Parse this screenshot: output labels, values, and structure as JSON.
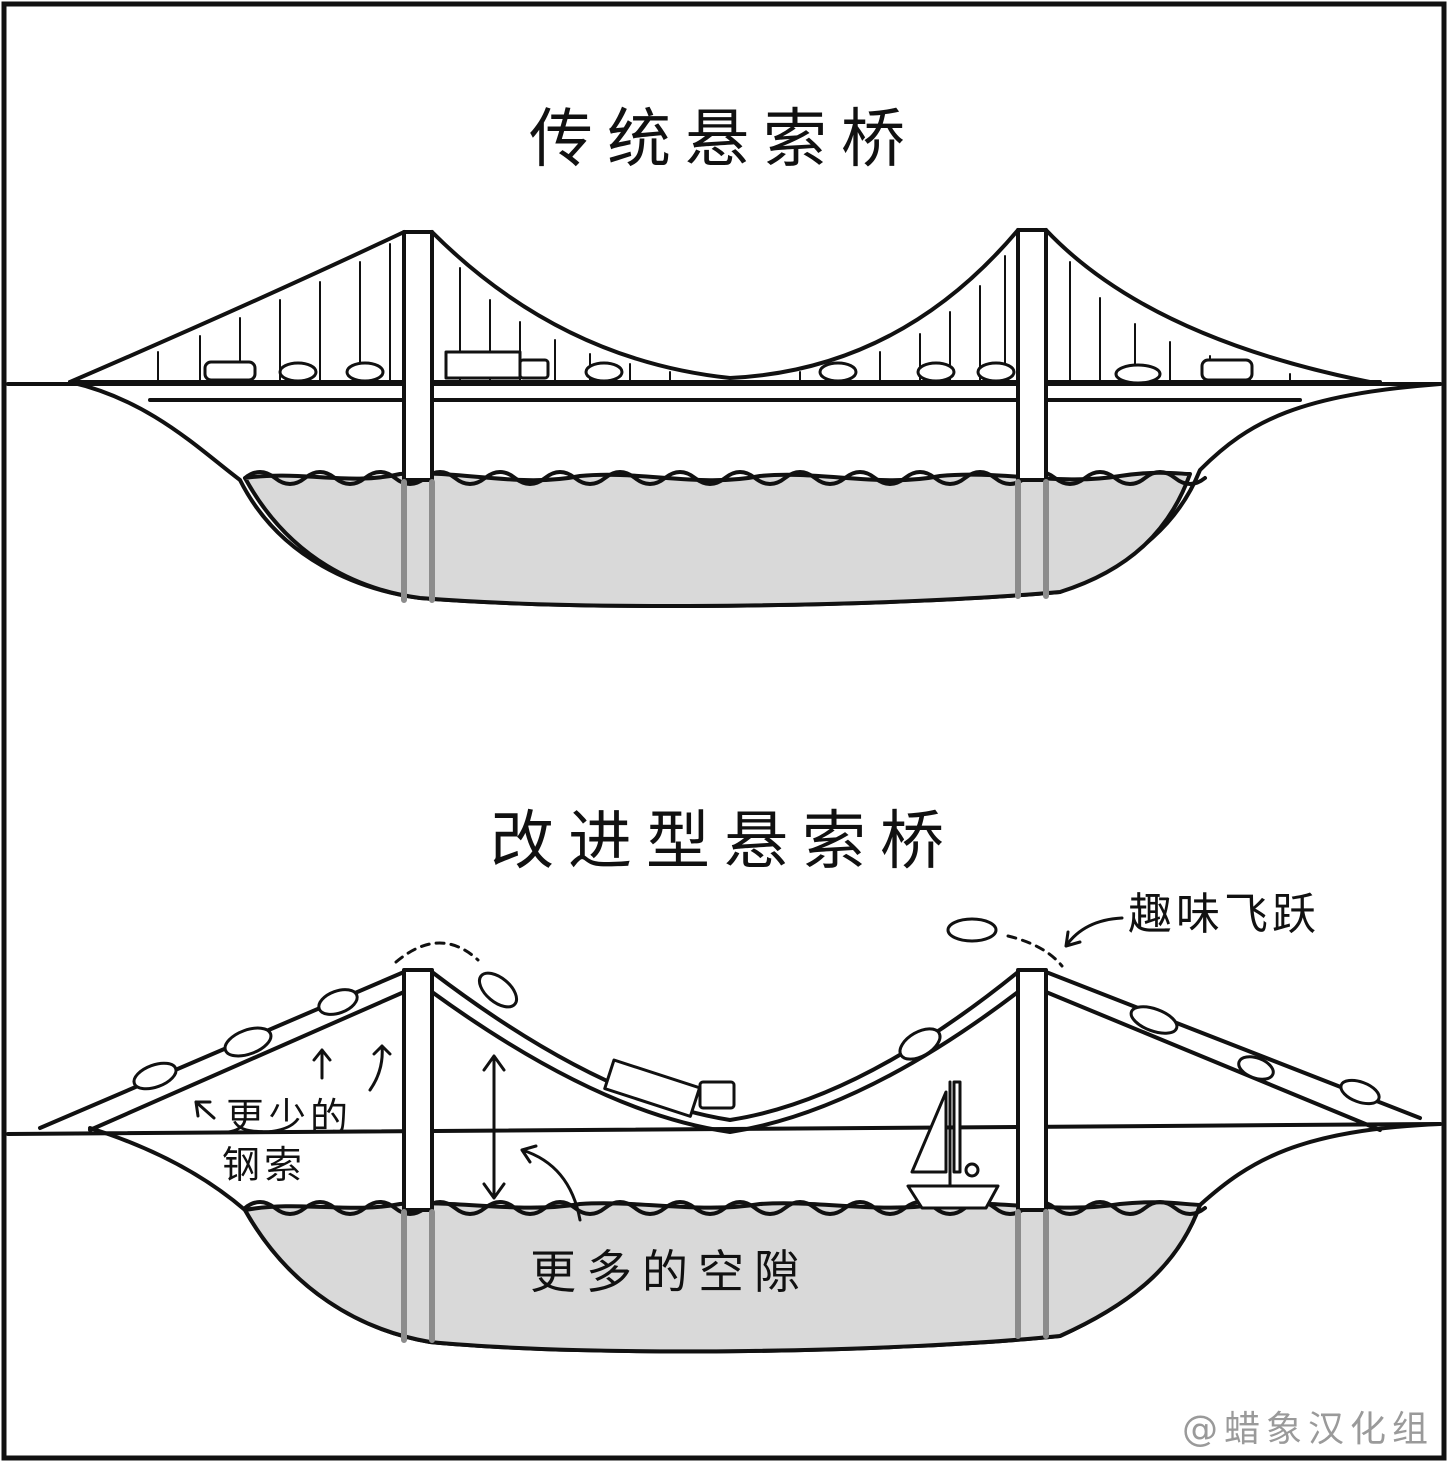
{
  "panel_top": {
    "title": "传统悬索桥"
  },
  "panel_bottom": {
    "title": "改进型悬索桥",
    "annotations": {
      "fun_jump": "趣味飞跃",
      "less_cable_line1": "更少的",
      "less_cable_line2": "钢索",
      "more_clearance": "更多的空隙"
    }
  },
  "watermark": "@蜡象汉化组",
  "colors": {
    "ink": "#111111",
    "water": "#d9d9d9",
    "pier_underwater": "#8c8c8c"
  }
}
